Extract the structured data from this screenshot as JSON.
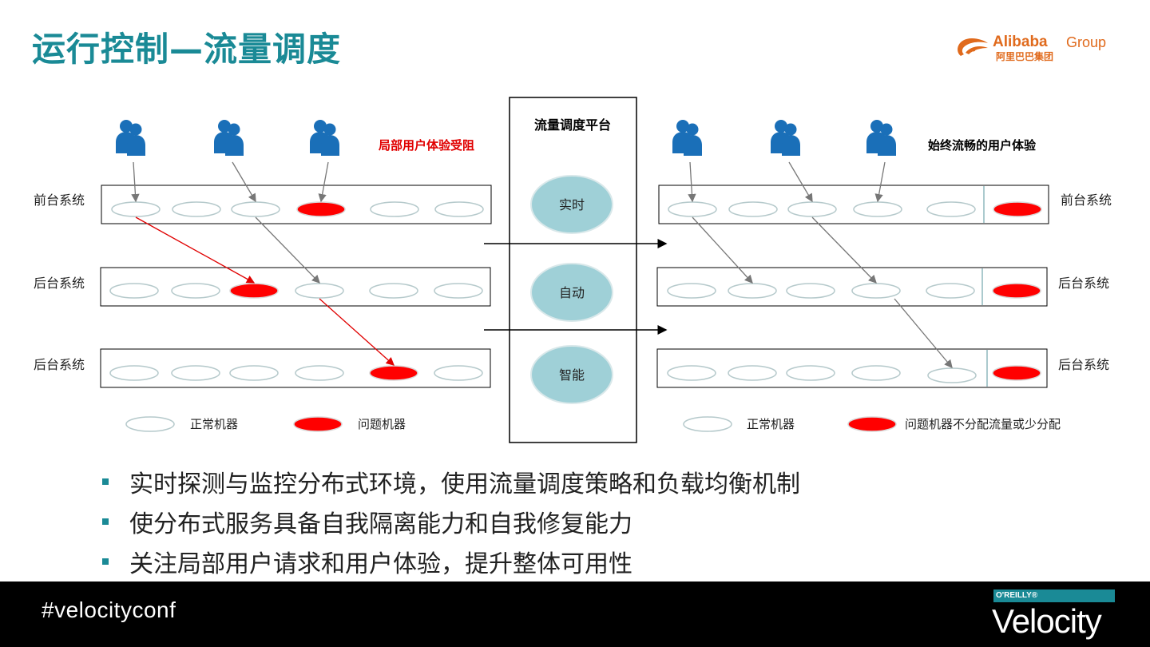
{
  "title": "运行控制—流量调度",
  "logo": {
    "alibaba": "Alibaba",
    "group": "Group",
    "cn": "阿里巴巴集团"
  },
  "diagram": {
    "platform_title": "流量调度平台",
    "platform_items": [
      "实时",
      "自动",
      "智能"
    ],
    "left": {
      "annotation": "局部用户体验受阻",
      "row_labels": [
        "前台系统",
        "后台系统",
        "后台系统"
      ],
      "legend_normal": "正常机器",
      "legend_problem": "问题机器"
    },
    "right": {
      "annotation": "始终流畅的用户体验",
      "row_labels": [
        "前台系统",
        "后台系统",
        "后台系统"
      ],
      "legend_normal": "正常机器",
      "legend_problem": "问题机器不分配流量或少分配"
    },
    "colors": {
      "normal_fill": "#ffffff",
      "problem_fill": "#ff0000",
      "user_icon": "#1a6fb8",
      "platform_circle": "#9fd0d7"
    }
  },
  "bullets": [
    "实时探测与监控分布式环境，使用流量调度策略和负载均衡机制",
    "使分布式服务具备自我隔离能力和自我修复能力",
    "关注局部用户请求和用户体验，提升整体可用性"
  ],
  "footer": {
    "hashtag": "#velocityconf",
    "brand_top": "O'REILLY®",
    "brand": "Velocity"
  },
  "accent": "#1a8a96"
}
